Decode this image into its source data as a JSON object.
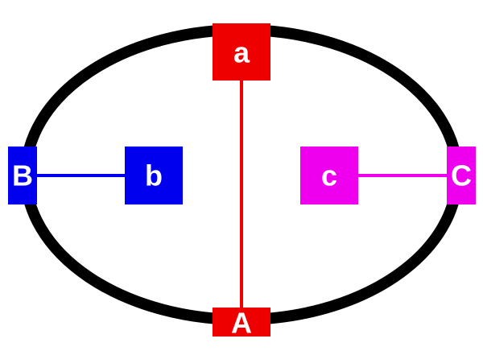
{
  "diagram": {
    "ring_color": "#000000",
    "nodes": {
      "a_upper": {
        "label": "a",
        "color": "#ee0000"
      },
      "a_lower": {
        "label": "A",
        "color": "#ee0000"
      },
      "b_upper": {
        "label": "B",
        "color": "#0000ee"
      },
      "b_lower": {
        "label": "b",
        "color": "#0000ee"
      },
      "c_lower": {
        "label": "c",
        "color": "#ee00ee"
      },
      "c_upper": {
        "label": "C",
        "color": "#ee00ee"
      }
    },
    "links": [
      {
        "from": "a_upper",
        "to": "a_lower",
        "color": "#ee0000"
      },
      {
        "from": "b_upper",
        "to": "b_lower",
        "color": "#0000ee"
      },
      {
        "from": "c_lower",
        "to": "c_upper",
        "color": "#ee00ee"
      }
    ]
  }
}
